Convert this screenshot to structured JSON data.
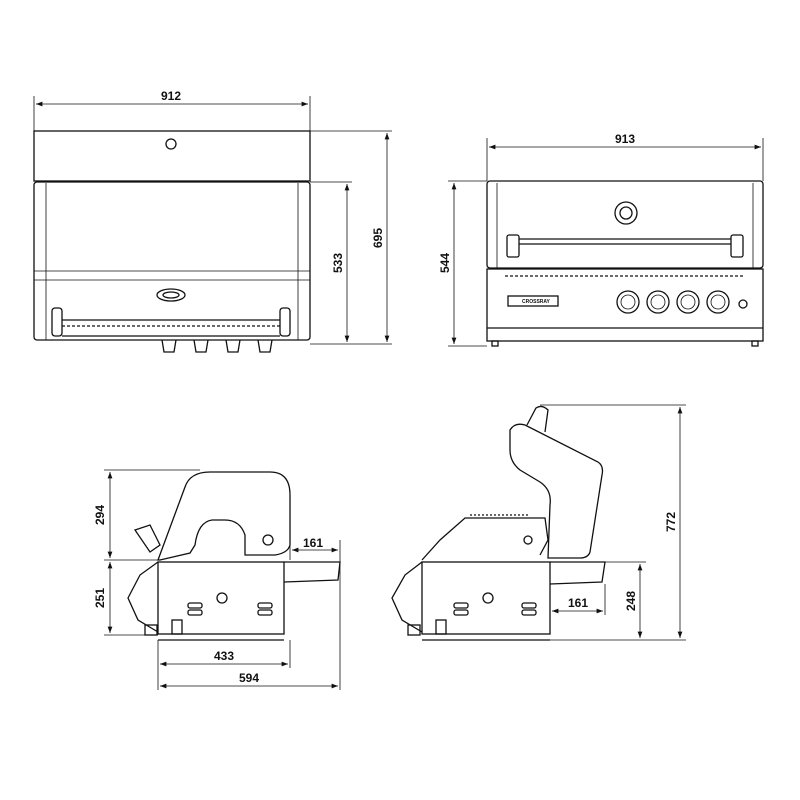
{
  "title": "Built-in gas grill dimension drawing",
  "units": "mm",
  "front_view_closed": {
    "width": "912",
    "total_height": "695",
    "body_height": "533"
  },
  "front_view_open": {
    "width": "913",
    "height": "544",
    "logo": "CROSSRAY"
  },
  "side_view_closed": {
    "lid_height": "294",
    "rear_offset": "161",
    "body_height": "251",
    "body_depth": "433",
    "total_depth": "594"
  },
  "side_view_open": {
    "total_height": "772",
    "body_height": "248",
    "rear_offset": "161"
  },
  "colors": {
    "line": "#111111",
    "background": "#ffffff"
  }
}
